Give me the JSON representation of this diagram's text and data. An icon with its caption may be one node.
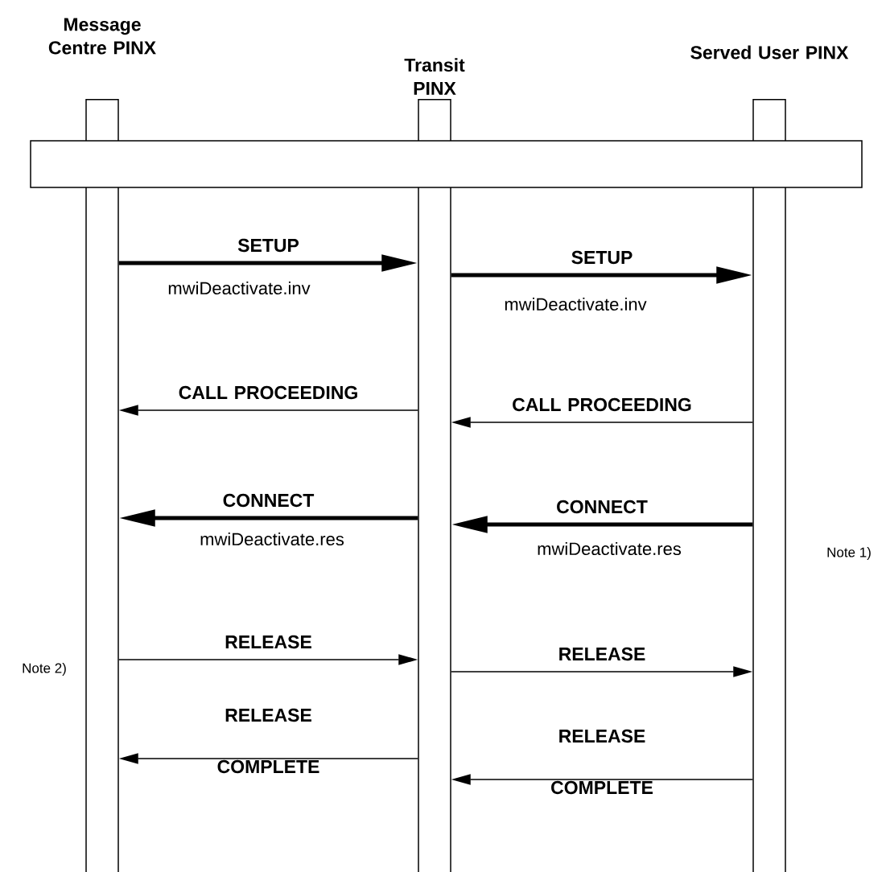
{
  "diagram": {
    "nodes": [
      {
        "text": [
          "Message Centre PINX"
        ]
      },
      {
        "text": [
          "Transit PINX"
        ]
      },
      {
        "text": [
          "Served User PINX"
        ]
      },
      {
        "text": [],
        "shape": "box"
      }
    ],
    "edges": [
      {
        "from": 0,
        "to": 1,
        "arrow": "to",
        "label": "SETUP",
        "style": "thick"
      },
      {
        "from": 1,
        "to": 2,
        "arrow": "to",
        "label": "SETUP",
        "style": "thick"
      },
      {
        "from": 1,
        "to": 0,
        "arrow": "to",
        "label": "CALL PROCEEDING"
      },
      {
        "from": 2,
        "to": 1,
        "arrow": "to",
        "label": "CALL PROCEEDING"
      },
      {
        "from": 1,
        "to": 0,
        "arrow": "to",
        "label": "CONNECT",
        "style": "thick"
      },
      {
        "from": 2,
        "to": 1,
        "arrow": "to",
        "label": "CONNECT",
        "style": "thick"
      },
      {
        "from": 0,
        "to": 1,
        "arrow": "to",
        "label": "RELEASE"
      },
      {
        "from": 1,
        "to": 2,
        "arrow": "to",
        "label": "RELEASE"
      },
      {
        "from": 1,
        "to": 0,
        "arrow": "to",
        "label": "RELEASE COMPLETE"
      },
      {
        "from": 2,
        "to": 1,
        "arrow": "to",
        "label": "RELEASE COMPLETE"
      }
    ],
    "labels": [
      "mwiDeactivate.inv",
      "mwiDeactivate.inv",
      "mwiDeactivate.res",
      "mwiDeactivate.res",
      "Note 1)",
      "Note 2)"
    ]
  }
}
